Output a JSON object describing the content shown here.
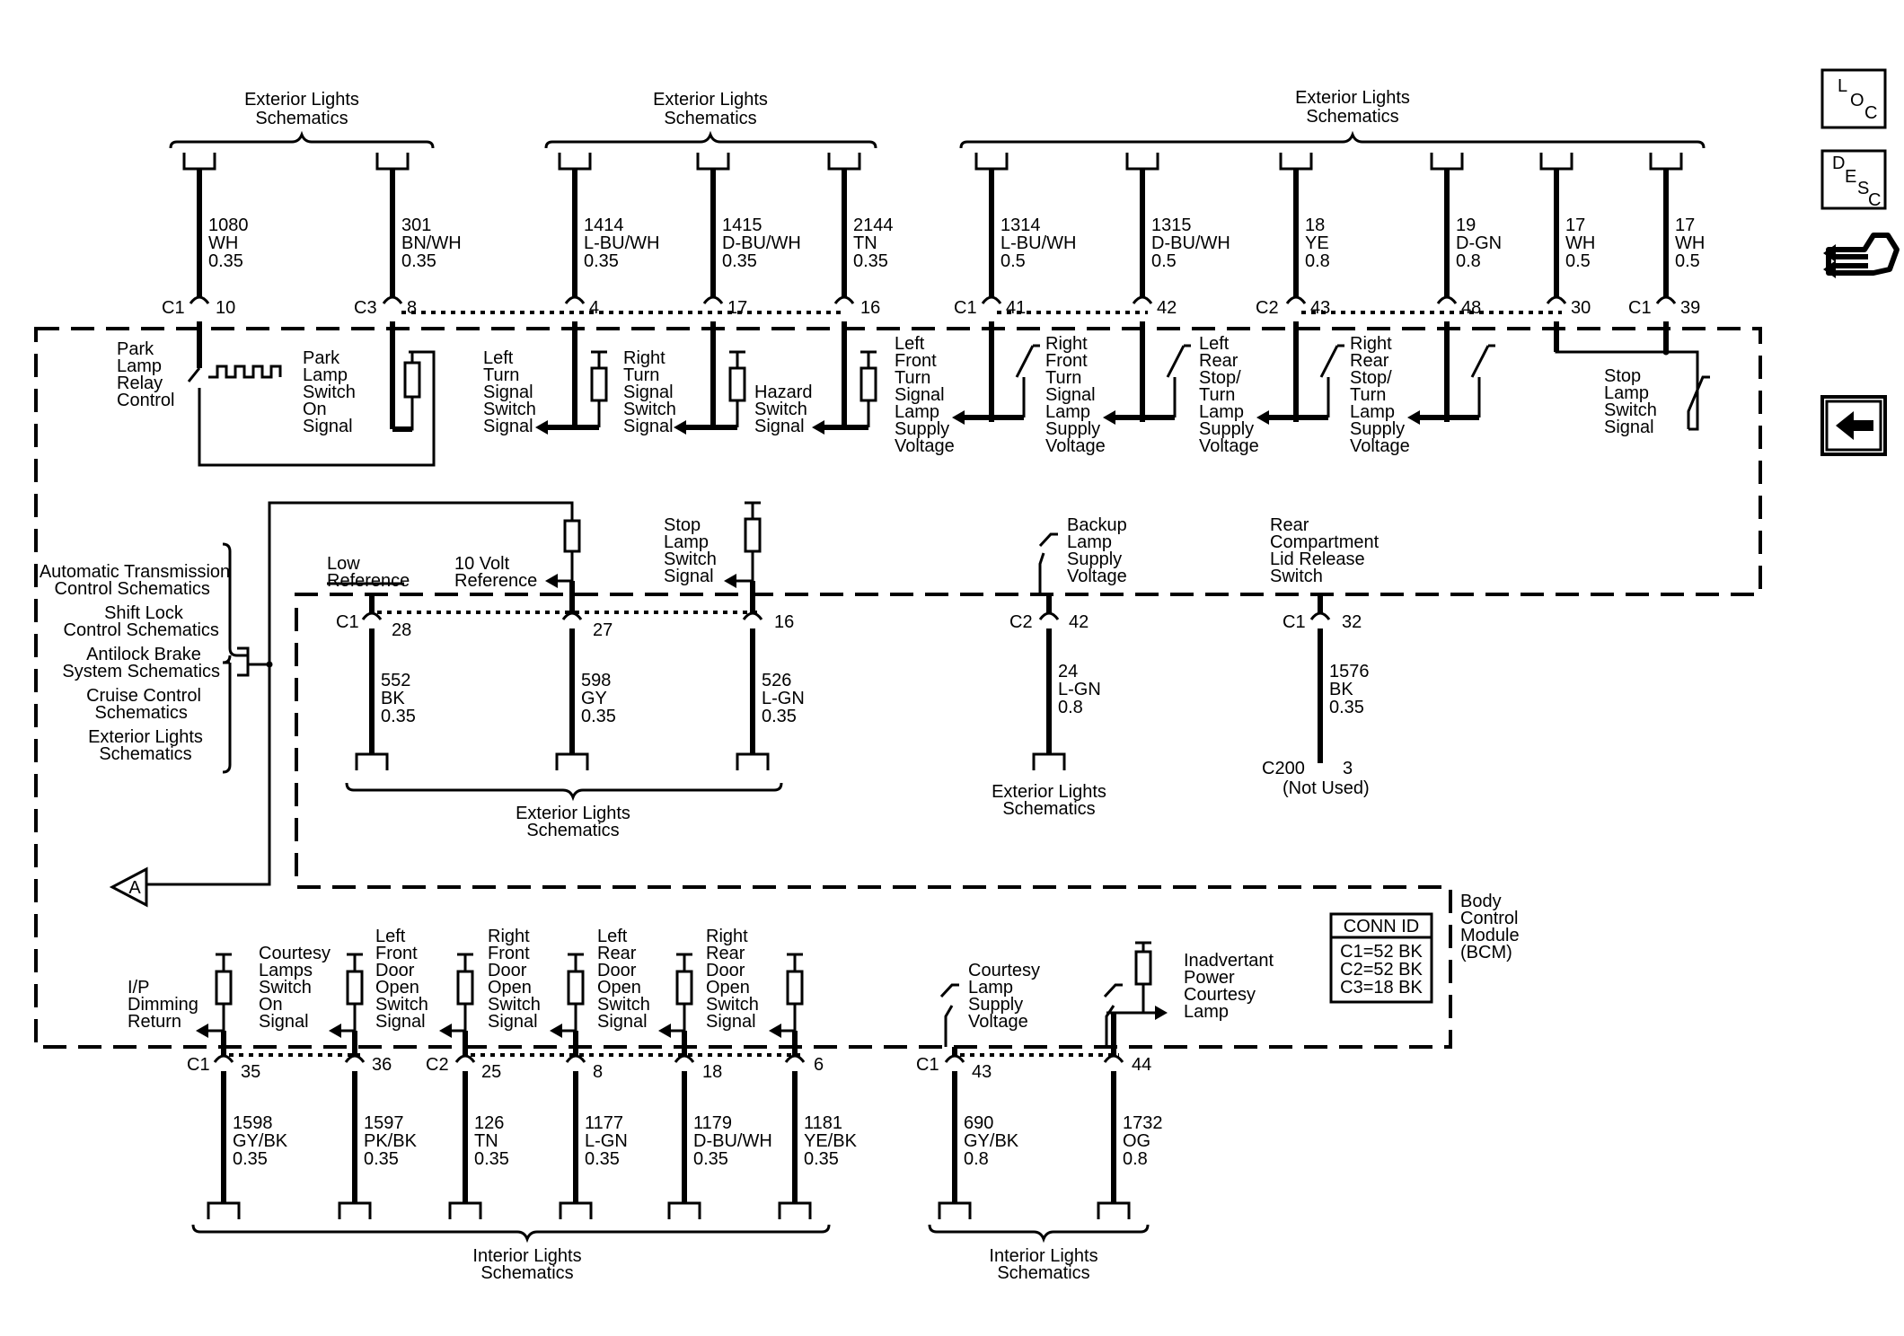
{
  "bcm_label": [
    "Body",
    "Control",
    "Module",
    "(BCM)"
  ],
  "conn_table": {
    "title": "CONN ID",
    "rows": [
      "C1=52 BK",
      "C2=52 BK",
      "C3=18 BK"
    ]
  },
  "side_buttons": {
    "loc": [
      "L",
      "O",
      "C"
    ],
    "desc": [
      "D",
      "E",
      "S",
      "C"
    ]
  },
  "top_groups": [
    {
      "label": [
        "Exterior Lights",
        "Schematics"
      ]
    },
    {
      "label": [
        "Exterior Lights",
        "Schematics"
      ]
    },
    {
      "label": [
        "Exterior Lights",
        "Schematics"
      ]
    }
  ],
  "top_circuits": [
    {
      "conn": "C1",
      "pin": "10",
      "circuit": "1080",
      "color": "WH",
      "size": "0.35",
      "func": [
        "Park",
        "Lamp",
        "Relay",
        "Control"
      ]
    },
    {
      "conn": "C3",
      "pin": "8",
      "circuit": "301",
      "color": "BN/WH",
      "size": "0.35",
      "func": [
        "Park",
        "Lamp",
        "Switch",
        "On",
        "Signal"
      ]
    },
    {
      "conn": "",
      "pin": "4",
      "circuit": "1414",
      "color": "L-BU/WH",
      "size": "0.35",
      "func": [
        "Left",
        "Turn",
        "Signal",
        "Switch",
        "Signal"
      ]
    },
    {
      "conn": "",
      "pin": "17",
      "circuit": "1415",
      "color": "D-BU/WH",
      "size": "0.35",
      "func": [
        "Right",
        "Turn",
        "Signal",
        "Switch",
        "Signal"
      ]
    },
    {
      "conn": "",
      "pin": "16",
      "circuit": "2144",
      "color": "TN",
      "size": "0.35",
      "func": [
        "Hazard",
        "Switch",
        "Signal"
      ]
    },
    {
      "conn": "C1",
      "pin": "41",
      "circuit": "1314",
      "color": "L-BU/WH",
      "size": "0.5",
      "func": [
        "Left",
        "Front",
        "Turn",
        "Signal",
        "Lamp",
        "Supply",
        "Voltage"
      ]
    },
    {
      "conn": "",
      "pin": "42",
      "circuit": "1315",
      "color": "D-BU/WH",
      "size": "0.5",
      "func": [
        "Right",
        "Front",
        "Turn",
        "Signal",
        "Lamp",
        "Supply",
        "Voltage"
      ]
    },
    {
      "conn": "C2",
      "pin": "43",
      "circuit": "18",
      "color": "YE",
      "size": "0.8",
      "func": [
        "Left",
        "Rear",
        "Stop/",
        "Turn",
        "Lamp",
        "Supply",
        "Voltage"
      ]
    },
    {
      "conn": "",
      "pin": "48",
      "circuit": "19",
      "color": "D-GN",
      "size": "0.8",
      "func": [
        "Right",
        "Rear",
        "Stop/",
        "Turn",
        "Lamp",
        "Supply",
        "Voltage"
      ]
    },
    {
      "conn": "",
      "pin": "30",
      "circuit": "17",
      "color": "WH",
      "size": "0.5",
      "func": []
    },
    {
      "conn": "C1",
      "pin": "39",
      "circuit": "17",
      "color": "WH",
      "size": "0.5",
      "func": [
        "Stop",
        "Lamp",
        "Switch",
        "Signal"
      ]
    }
  ],
  "left_block": {
    "lines": [
      "Automatic Transmission",
      "Control Schematics",
      "Shift Lock",
      "Control Schematics",
      "Antilock Brake",
      "System Schematics",
      "Cruise Control",
      "Schematics",
      "Exterior Lights",
      "Schematics"
    ],
    "offpage": "A"
  },
  "mid_labels": {
    "low_ref": [
      "Low",
      "Reference"
    ],
    "ten_volt": [
      "10 Volt",
      "Reference"
    ],
    "stop_lamp": [
      "Stop",
      "Lamp",
      "Switch",
      "Signal"
    ],
    "backup": [
      "Backup",
      "Lamp",
      "Supply",
      "Voltage"
    ],
    "rear_comp": [
      "Rear",
      "Compartment",
      "Lid Release",
      "Switch"
    ]
  },
  "mid_circuits": [
    {
      "conn": "C1",
      "pin": "28",
      "circuit": "552",
      "color": "BK",
      "size": "0.35"
    },
    {
      "conn": "",
      "pin": "27",
      "circuit": "598",
      "color": "GY",
      "size": "0.35"
    },
    {
      "conn": "",
      "pin": "16",
      "circuit": "526",
      "color": "L-GN",
      "size": "0.35"
    },
    {
      "conn": "C2",
      "pin": "42",
      "circuit": "24",
      "color": "L-GN",
      "size": "0.8"
    },
    {
      "conn": "C1",
      "pin": "32",
      "circuit": "1576",
      "color": "BK",
      "size": "0.35"
    }
  ],
  "mid_bottom": {
    "ext_lights": [
      "Exterior Lights",
      "Schematics"
    ],
    "backup_dest": [
      "Exterior Lights",
      "Schematics"
    ],
    "c200": "C200",
    "c200_pin": "3",
    "not_used": "(Not Used)"
  },
  "bottom_labels": {
    "ip_dimming": [
      "I/P",
      "Dimming",
      "Return"
    ],
    "courtesy_switch": [
      "Courtesy",
      "Lamps",
      "Switch",
      "On",
      "Signal"
    ],
    "lf_door": [
      "Left",
      "Front",
      "Door",
      "Open",
      "Switch",
      "Signal"
    ],
    "rf_door": [
      "Right",
      "Front",
      "Door",
      "Open",
      "Switch",
      "Signal"
    ],
    "lr_door": [
      "Left",
      "Rear",
      "Door",
      "Open",
      "Switch",
      "Signal"
    ],
    "rr_door": [
      "Right",
      "Rear",
      "Door",
      "Open",
      "Switch",
      "Signal"
    ],
    "courtesy_supply": [
      "Courtesy",
      "Lamp",
      "Supply",
      "Voltage"
    ],
    "inadvertant": [
      "Inadvertant",
      "Power",
      "Courtesy",
      "Lamp"
    ]
  },
  "bottom_circuits": [
    {
      "conn": "C1",
      "pin": "35",
      "circuit": "1598",
      "color": "GY/BK",
      "size": "0.35"
    },
    {
      "conn": "",
      "pin": "36",
      "circuit": "1597",
      "color": "PK/BK",
      "size": "0.35"
    },
    {
      "conn": "C2",
      "pin": "25",
      "circuit": "126",
      "color": "TN",
      "size": "0.35"
    },
    {
      "conn": "",
      "pin": "8",
      "circuit": "1177",
      "color": "L-GN",
      "size": "0.35"
    },
    {
      "conn": "",
      "pin": "18",
      "circuit": "1179",
      "color": "D-BU/WH",
      "size": "0.35"
    },
    {
      "conn": "",
      "pin": "6",
      "circuit": "1181",
      "color": "YE/BK",
      "size": "0.35"
    },
    {
      "conn": "C1",
      "pin": "43",
      "circuit": "690",
      "color": "GY/BK",
      "size": "0.8"
    },
    {
      "conn": "",
      "pin": "44",
      "circuit": "1732",
      "color": "OG",
      "size": "0.8"
    }
  ],
  "bottom_groups": [
    {
      "label": [
        "Interior Lights",
        "Schematics"
      ]
    },
    {
      "label": [
        "Interior Lights",
        "Schematics"
      ]
    }
  ]
}
